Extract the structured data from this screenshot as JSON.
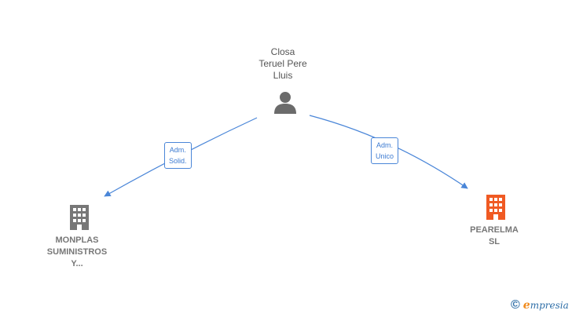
{
  "person": {
    "name_lines": [
      "Closa",
      "Teruel Pere",
      "Lluis"
    ],
    "icon": "person-icon"
  },
  "companies": [
    {
      "name_lines": [
        "MONPLAS",
        "SUMINISTROS",
        "Y..."
      ],
      "icon": "building-icon",
      "color": "#777777"
    },
    {
      "name_lines": [
        "PEARELMA",
        "SL"
      ],
      "icon": "building-icon",
      "color": "#f05a23"
    }
  ],
  "edges": [
    {
      "label_lines": [
        "Adm.",
        "Solid."
      ],
      "from": "person",
      "to": "company-0"
    },
    {
      "label_lines": [
        "Adm.",
        "Unico"
      ],
      "from": "person",
      "to": "company-1"
    }
  ],
  "colors": {
    "edge": "#4a86d8",
    "label_text": "#3d7bd1",
    "brand": "#2f6fa8",
    "brand_accent": "#f08a1c"
  },
  "brand": {
    "copyright": "©",
    "initial": "e",
    "rest": "mpresia"
  }
}
